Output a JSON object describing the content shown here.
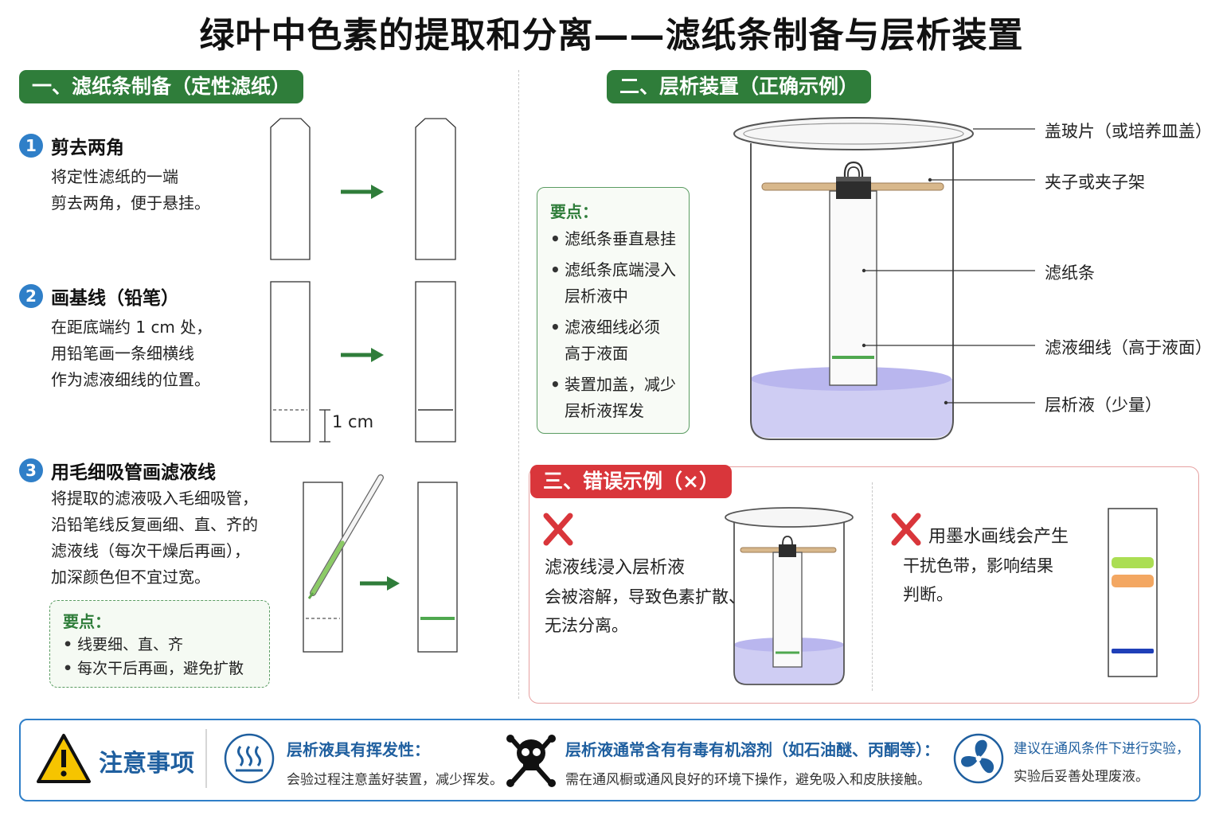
{
  "title": "绿叶中色素的提取和分离——滤纸条制备与层析装置",
  "section1": {
    "header": "一、滤纸条制备（定性滤纸）",
    "steps": [
      {
        "num": "1",
        "title": "剪去两角",
        "lines": [
          "将定性滤纸的一端",
          "剪去两角，便于悬挂。"
        ]
      },
      {
        "num": "2",
        "title": "画基线（铅笔）",
        "lines": [
          "在距底端约 1 cm 处，",
          "用铅笔画一条细横线",
          "作为滤液细线的位置。"
        ],
        "measure": "1 cm"
      },
      {
        "num": "3",
        "title": "用毛细吸管画滤液线",
        "lines": [
          "将提取的滤液吸入毛细吸管，",
          "沿铅笔线反复画细、直、齐的",
          "滤液线（每次干燥后再画），",
          "加深颜色但不宜过宽。"
        ]
      }
    ],
    "keypoints": {
      "title": "要点：",
      "items": [
        "线要细、直、齐",
        "每次干后再画，避免扩散"
      ]
    }
  },
  "section2": {
    "header": "二、层析装置（正确示例）",
    "keypoints": {
      "title": "要点：",
      "items": [
        [
          "滤纸条垂直悬挂"
        ],
        [
          "滤纸条底端浸入",
          "层析液中"
        ],
        [
          "滤液细线必须",
          "高于液面"
        ],
        [
          "装置加盖，减少",
          "层析液挥发"
        ]
      ]
    },
    "labels": [
      "盖玻片（或培养皿盖）",
      "夹子或夹子架",
      "滤纸条",
      "滤液细线（高于液面）",
      "层析液（少量）"
    ]
  },
  "section3": {
    "header": "三、错误示例（×）",
    "wrong1": {
      "title": "滤液线浸入层析液",
      "lines": [
        "会被溶解，导致色素扩散、",
        "无法分离。"
      ]
    },
    "wrong2": {
      "title": "用墨水画线会产生",
      "lines": [
        "干扰色带，影响结果",
        "判断。"
      ]
    }
  },
  "caution": {
    "title": "注意事项",
    "items": [
      {
        "icon": "vapor-icon",
        "title": "层析液具有挥发性：",
        "body": "会验过程注意盖好装置，减少挥发。"
      },
      {
        "icon": "skull-crossbones-icon",
        "title": "层析液通常含有有毒有机溶剂（如石油醚、丙酮等）：",
        "body": "需在通风橱或通风良好的环境下操作，避免吸入和皮肤接触。"
      },
      {
        "icon": "fan-icon",
        "title": "建议在通风条件下进行实验，",
        "body": "实验后妥善处理废液。"
      }
    ]
  },
  "colors": {
    "green": "#2f7d3a",
    "red": "#d9363b",
    "blue": "#2f7fc8",
    "liquid": "#c9c7f2",
    "band_green": "#5bb15e",
    "band_lime": "#a6dc4a",
    "band_orange": "#f2a25a",
    "band_blue": "#1f3fb8"
  }
}
